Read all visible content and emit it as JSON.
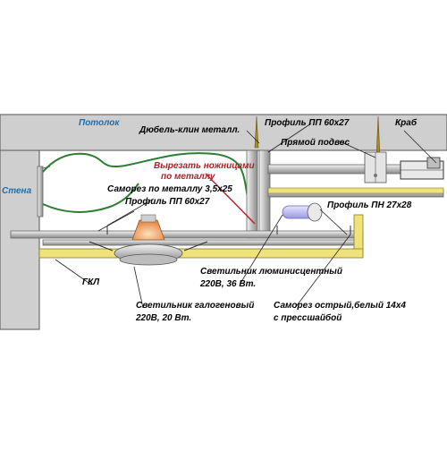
{
  "labels": {
    "ceiling": "Потолок",
    "wall": "Стена",
    "dowel_clip": "Дюбель-клин металл.",
    "profile_pp_top": "Профиль ПП 60x27",
    "crab": "Краб",
    "direct_hanger": "Прямой подвес",
    "cut_scissors_line1": "Вырезать ножницами",
    "cut_scissors_line2": "по металлу",
    "metal_screw": "Саморез по металлу 3,5х25",
    "profile_pp_left": "Профиль ПП 60х27",
    "profile_pn": "Профиль ПН 27х28",
    "gkl": "ГКЛ",
    "fluorescent_line1": "Светильник люминисцентный",
    "fluorescent_line2": "220В, 36 Вт.",
    "halogen_line1": "Светильник галогеновый",
    "halogen_line2": "220В, 20 Вт.",
    "sharp_screw_line1": "Саморез острый,белый 14х4",
    "sharp_screw_line2": "с прессшайбой"
  },
  "colors": {
    "structure": "#cfcfcf",
    "structure_edge": "#555555",
    "ceiling_label": "#1a6fb0",
    "wall_label": "#1a6fb0",
    "warning_text": "#b0202a",
    "profile_gold": "#f0e27a",
    "profile_metal": "#d8d8d8",
    "wire": "#2e7d32",
    "lamp_glow": "#f2a76b",
    "tube": "#b8b8f0"
  }
}
